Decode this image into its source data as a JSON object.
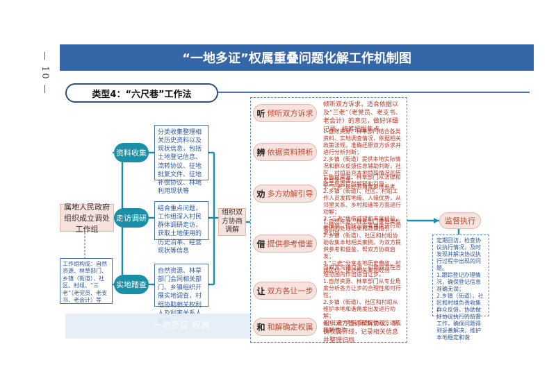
{
  "page_number": "— 10 —",
  "title": "“一地多证”权属重叠问题化解工作机制图",
  "type_label": "类型4：“六尺巷”工作法",
  "start_node": "属地人民政府组织成立调处工作组",
  "team_desc": "工作组构成：自然资源、林草部门、乡镇（街道）、社区、村组、“三老”（老党员、老支书、老会计）等",
  "branches": [
    {
      "label": "资料收集",
      "desc": "分类收集整理相关历史资料以及现状信息，包括土地登记信息、流转协议、征地批复文件、征地补偿协议、林地利用现状等"
    },
    {
      "label": "走访调研",
      "desc": "结合重点问题，工作组深入村民群体调研走访，获取土地使用的历史沿革、经营现状等信息"
    },
    {
      "label": "实地踏查",
      "desc": "自然资源、林草部门会同相关部门、乡镇组织开展实地调查，村组协助相关权利人及利害关系人指界"
    }
  ],
  "center_node": "组织双方协商调解",
  "methods": [
    {
      "char": "听",
      "label": "倾听双方诉求",
      "desc": "倾听双方诉求，适合依据以及“三老”（老党员、老支书、老会计）的意见，做好详细记录，统筹把握焦点"
    },
    {
      "char": "辨",
      "label": "依据资料辨析",
      "desc": "1.自然资源、林草部门结合各类资料、实地调查情况，依据相关政策法规，准确还原双方诉求并进行分析判断；\n2.乡镇（街道）提供本地实际情况和群众反馈信息辅助判断，社区、村组补充本地特殊情况的历史背景信息；\n3.“三老”从经验角度提供参考"
    },
    {
      "char": "劝",
      "label": "多方劝解引导",
      "desc": "1.自然资源、林草部门从法律和政策层面提供解释和引导；\n2.乡镇（街道）、社区、村组工作人员发挥地缘、人缘优势，从邻里关系、乡村和谐等方面进行劝解；\n3.“三老”凭借威望和丰富经验，从情感、传统习俗等角度进行劝说引导"
    },
    {
      "char": "借",
      "label": "提供参考借鉴",
      "desc": "1.自然资源、林草部门提供类似案例的处理结果和政策指引；\n2.乡镇（街道）、社区和村组协助收集本地相类案例，为双方提供参考和借鉴，帮双方协商启发；\n3.“三老”分享本地历史典故、村规民约，讲述相关案例经验"
    },
    {
      "char": "让",
      "label": "双方各让一步",
      "desc": "与双方沟通交流，引导双方在合理范围内作出适当让步。\n1.自然资源、林草部门从专业角度分析各方让步的合理性和可行性；\n2.乡镇（街道）、社区和村组从维护本地和谐角度出发进行劝解；\n3.“三老”凭借威望促使双方达成和解共识"
    },
    {
      "char": "和",
      "label": "和解确定权属",
      "desc": "组织双方签订和解协议，明确权属界线，记录相关信息并整理归档"
    }
  ],
  "end_node": "监督执行",
  "end_desc": "定期回访，检查协议执行情况，及时发现并解决协议执行过程中出现的问题。\n1.跟踪登记办理情况，确保登记信息准确无误；\n2.乡镇（街道）、社区和村组负责收集群众反馈，协助做好协议执行的监督工作，确保问题得到妥善解决，维护本地稳定和谐",
  "faded_caption": "一地多证 权属"
}
